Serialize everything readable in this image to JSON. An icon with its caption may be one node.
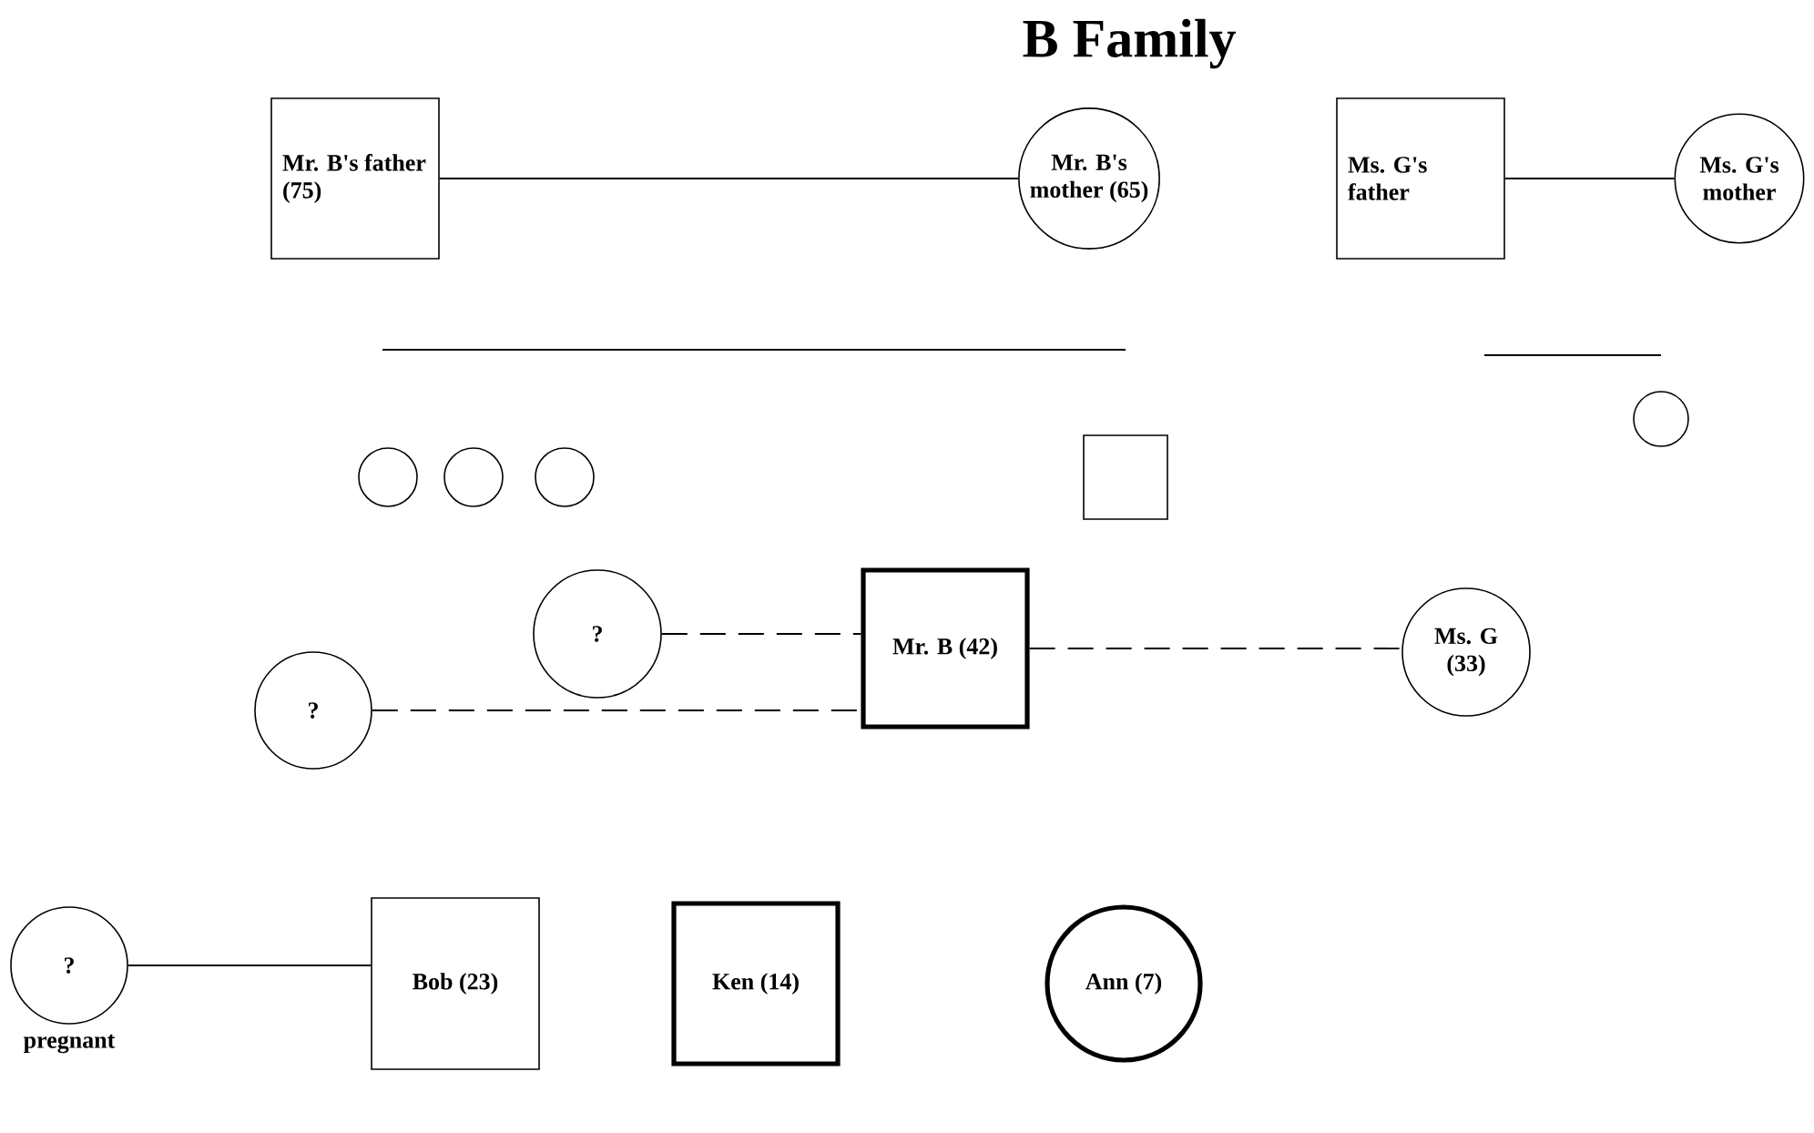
{
  "diagram": {
    "title": "B Family",
    "nodes": [
      {
        "text": [
          "Mr. B's father (75)"
        ]
      },
      {
        "text": [
          "Mr. B's mother (65)"
        ]
      },
      {
        "text": [
          "Ms. G's father"
        ]
      },
      {
        "text": [
          "Ms. G's mother"
        ]
      },
      {
        "text": [],
        "shape": "circle"
      },
      {
        "text": [],
        "shape": "circle"
      },
      {
        "text": [],
        "shape": "circle"
      },
      {
        "text": [],
        "shape": "box"
      },
      {
        "text": [],
        "shape": "circle"
      },
      {
        "text": [
          "?"
        ]
      },
      {
        "text": [
          "Mr. B (42)"
        ]
      },
      {
        "text": [
          "Ms. G (33)"
        ]
      },
      {
        "text": [
          "?"
        ]
      },
      {
        "text": [
          "?"
        ],
        "beside": [
          "pregnant"
        ]
      },
      {
        "text": [
          "Bob (23)"
        ]
      },
      {
        "text": [
          "Ken (14)"
        ]
      },
      {
        "text": [
          "Ann (7)"
        ]
      }
    ],
    "edges": [
      {
        "from": 0,
        "to": 1,
        "arrow": "none"
      },
      {
        "from": 2,
        "to": 3,
        "arrow": "none"
      },
      {
        "from": 9,
        "to": 10,
        "arrow": "none",
        "style": "dashed"
      },
      {
        "from": 12,
        "to": 10,
        "arrow": "none",
        "style": "dashed"
      },
      {
        "from": 10,
        "to": 11,
        "arrow": "none",
        "style": "dashed"
      },
      {
        "from": 13,
        "to": 14,
        "arrow": "none"
      }
    ]
  }
}
